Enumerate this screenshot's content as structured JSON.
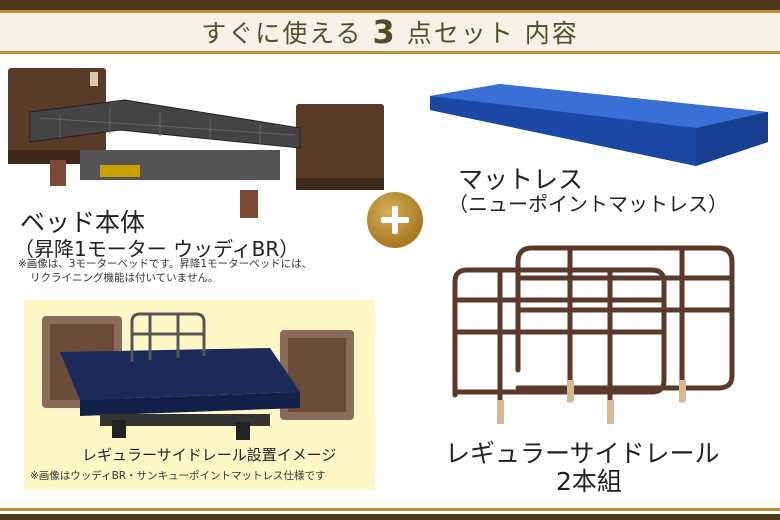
{
  "header": {
    "title_prefix": "すぐに使える",
    "title_number": "3",
    "title_suffix": "点セット 内容"
  },
  "items": {
    "bed": {
      "name": "ベッド本体",
      "sub": "（昇降1モーター ウッディBR）",
      "note_line1": "※画像は、3モーターベッドです。昇降1モーターベッドには、",
      "note_line2": "リクライニング機能は付いていません。"
    },
    "mattress": {
      "name": "マットレス",
      "sub": "（ニューポイントマットレス）"
    },
    "rail": {
      "name_line1": "レギュラーサイドレール",
      "name_line2": "2本組"
    },
    "install_image": {
      "caption": "レギュラーサイドレール設置イメージ",
      "note": "※画像はウッディBR・サンキューポイントマットレス仕様です"
    }
  },
  "icons": {
    "plus": "plus-icon"
  },
  "colors": {
    "header_text": "#5a4a2a",
    "gold": "#b8913a",
    "dark_brown": "#4a3a1a",
    "wood": "#5a3a28",
    "mattress_blue": "#1e4fb0",
    "caption_bg": "#fff8c6"
  }
}
